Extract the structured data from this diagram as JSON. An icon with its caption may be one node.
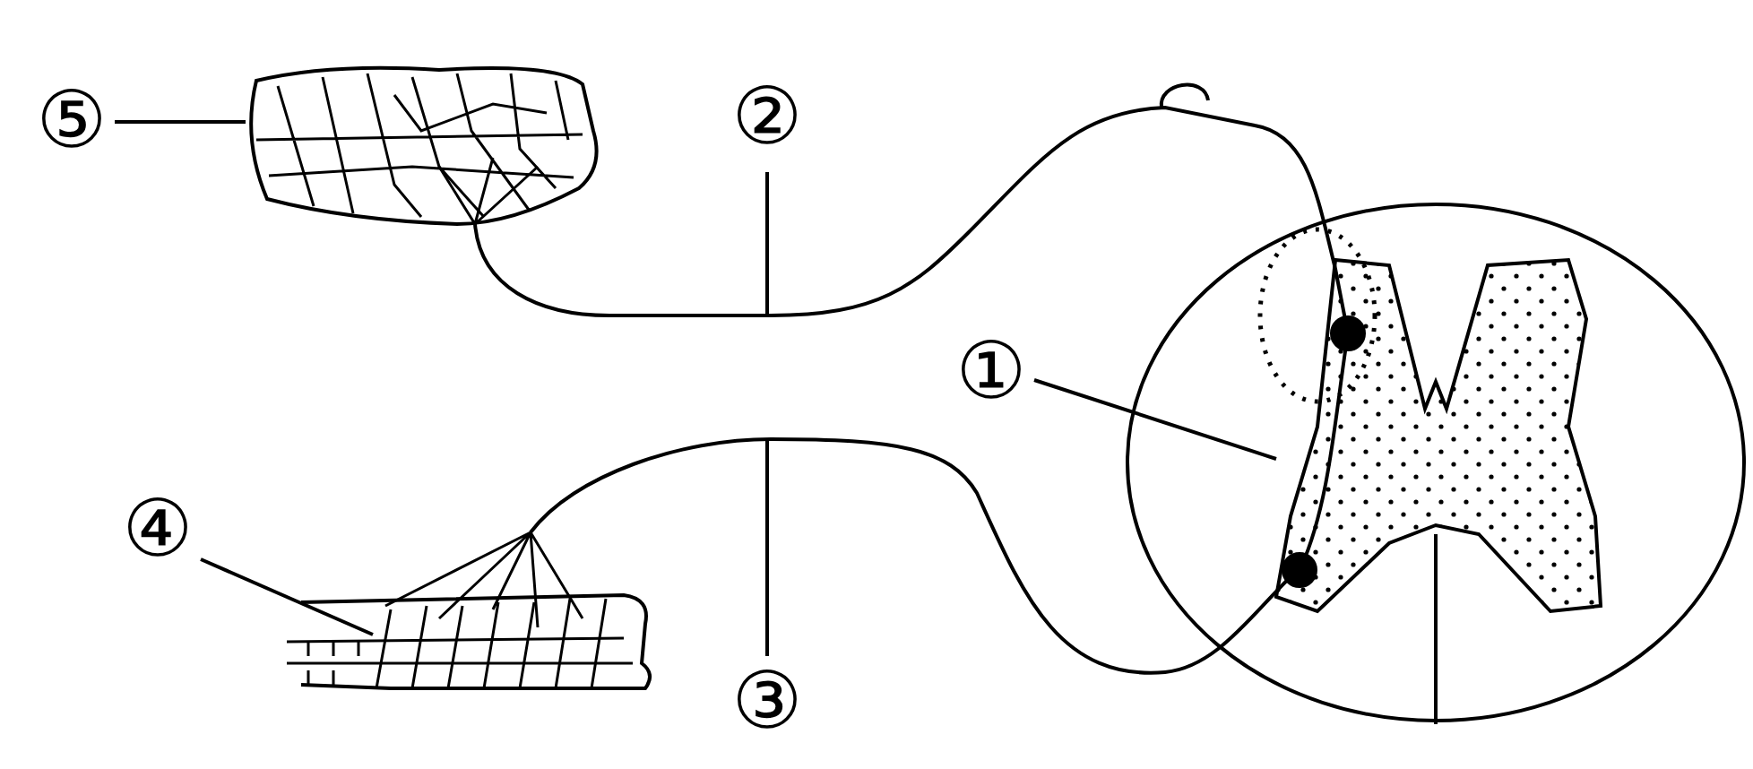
{
  "diagram": {
    "nodes": [
      {
        "text": [
          "⑤"
        ]
      },
      {
        "text": [],
        "shape": "picture"
      },
      {
        "text": [
          "②"
        ]
      },
      {
        "text": [
          "①"
        ]
      },
      {
        "text": [],
        "shape": "picture"
      },
      {
        "text": [],
        "shape": "picture",
        "in": 4
      },
      {
        "text": [
          "④"
        ]
      },
      {
        "text": [],
        "shape": "picture"
      },
      {
        "text": [
          "③"
        ]
      }
    ],
    "edges": [
      {
        "from": 0,
        "to": 1,
        "arrow": "none"
      },
      {
        "from": 2,
        "to": null,
        "arrow": "none"
      },
      {
        "from": 3,
        "to": 5,
        "arrow": "none"
      },
      {
        "from": 6,
        "to": 7,
        "arrow": "none"
      },
      {
        "from": 8,
        "to": null,
        "arrow": "none"
      }
    ]
  }
}
